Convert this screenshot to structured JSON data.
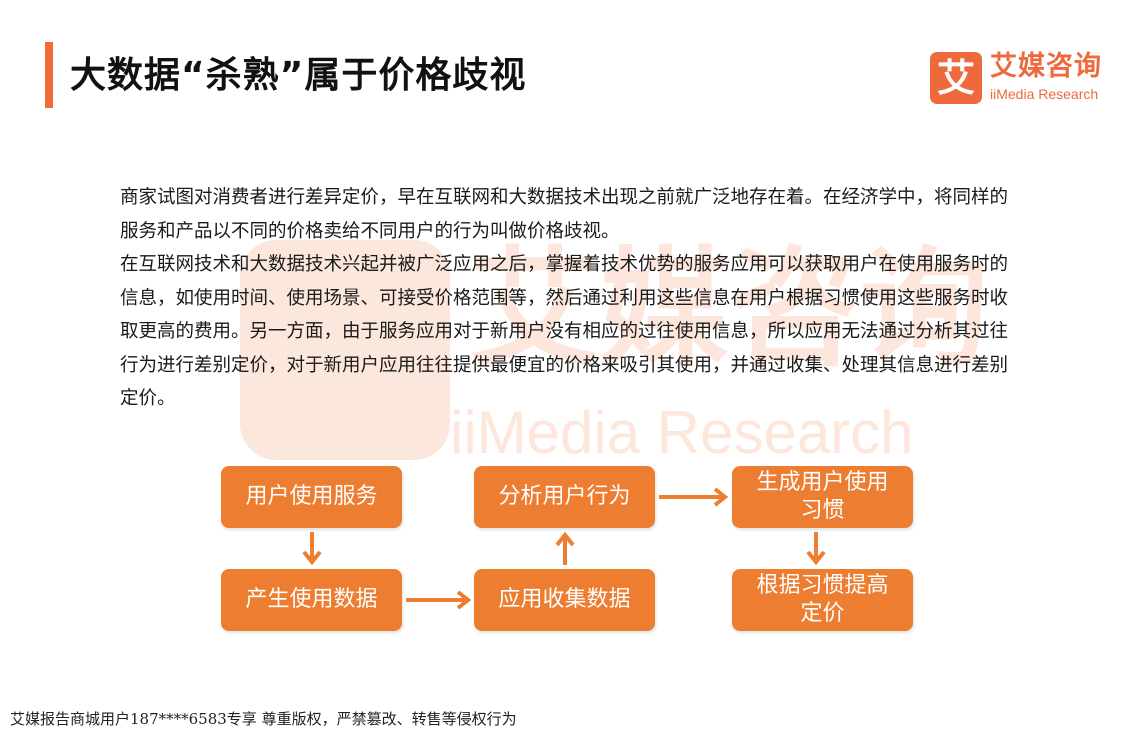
{
  "header": {
    "title": "大数据“杀熟”属于价格歧视",
    "accent_color": "#f26a35"
  },
  "logo": {
    "icon_glyph": "艾",
    "name_cn": "艾媒咨询",
    "name_en": "iiMedia Research",
    "brand_color": "#ee6a3c"
  },
  "watermark": {
    "icon_glyph": "艾",
    "text_cn": "艾媒咨询",
    "text_en": "iiMedia Research"
  },
  "body": {
    "paragraphs": [
      "商家试图对消费者进行差异定价，早在互联网和大数据技术出现之前就广泛地存在着。在经济学中，将同样的服务和产品以不同的价格卖给不同用户的行为叫做价格歧视。",
      "在互联网技术和大数据技术兴起并被广泛应用之后，掌握着技术优势的服务应用可以获取用户在使用服务时的信息，如使用时间、使用场景、可接受价格范围等，然后通过利用这些信息在用户根据习惯使用这些服务时收取更高的费用。另一方面，由于服务应用对于新用户没有相应的过往使用信息，所以应用无法通过分析其过往行为进行差别定价，对于新用户应用往往提供最便宜的价格来吸引其使用，并通过收集、处理其信息进行差别定价。"
    ]
  },
  "flow": {
    "box_color": "#ed7d31",
    "steps": [
      {
        "label": "用户使用服务"
      },
      {
        "label": "产生使用数据"
      },
      {
        "label": "应用收集数据"
      },
      {
        "label": "分析用户行为"
      },
      {
        "label": "生成用户使用习惯"
      },
      {
        "label": "根据习惯提高定价"
      }
    ]
  },
  "footer": {
    "text": "艾媒报告商城用户187****6583专享 尊重版权，严禁篡改、转售等侵权行为"
  }
}
